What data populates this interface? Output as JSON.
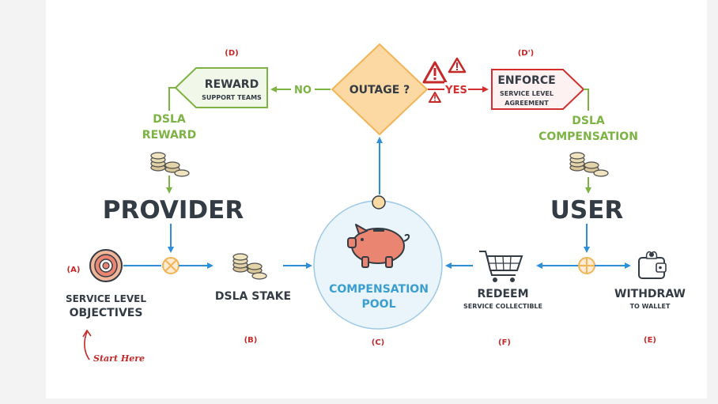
{
  "labels": {
    "d_left": "(D)",
    "d_right": "(D')",
    "a": "(A)",
    "b": "(B)",
    "c": "(C)",
    "f": "(F)",
    "e": "(E)"
  },
  "reward": {
    "title": "REWARD",
    "subtitle": "SUPPORT TEAMS"
  },
  "outage": "OUTAGE ?",
  "no": "NO",
  "yes": "YES",
  "enforce": {
    "title": "ENFORCE",
    "line1": "SERVICE LEVEL",
    "line2": "AGREEMENT"
  },
  "dsla_reward": {
    "line1": "DSLA",
    "line2": "REWARD"
  },
  "dsla_comp": {
    "line1": "DSLA",
    "line2": "COMPENSATION"
  },
  "provider": "PROVIDER",
  "user": "USER",
  "slo": {
    "line1": "SERVICE LEVEL",
    "line2": "OBJECTIVES"
  },
  "stake": "DSLA STAKE",
  "pool": {
    "line1": "COMPENSATION",
    "line2": "POOL"
  },
  "redeem": {
    "title": "REDEEM",
    "subtitle": "SERVICE COLLECTIBLE"
  },
  "withdraw": {
    "title": "WITHDRAW",
    "subtitle": "TO WALLET"
  },
  "start_here": "Start Here",
  "icons": {
    "coins": "coins-icon",
    "target": "target-icon",
    "piggy": "piggy-bank-icon",
    "cart": "shopping-cart-icon",
    "wallet": "wallet-icon",
    "warning": "warning-icon"
  },
  "colors": {
    "green": "#7cb342",
    "blue": "#2e8fd8",
    "red": "#d32f2f",
    "dark": "#333b44",
    "diamond": "#fcd9a3",
    "diamond_border": "#f2b457",
    "pool_fill": "#eaf4fb",
    "teal": "#3a9fd0",
    "pig": "#e98570"
  }
}
